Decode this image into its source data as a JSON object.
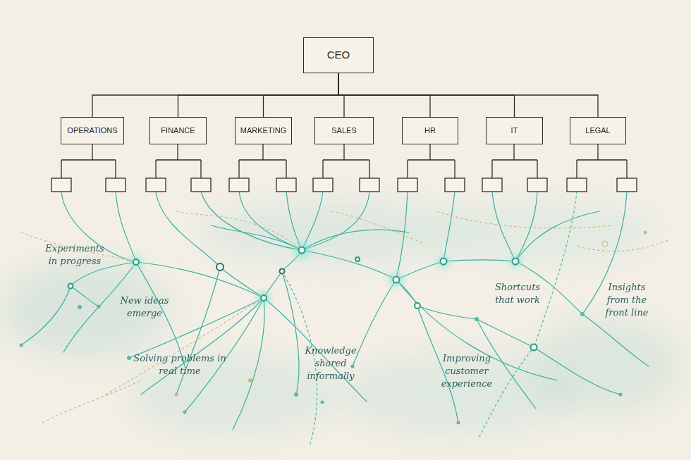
{
  "diagram": {
    "nodes": [
      {
        "text": [
          "CEO"
        ]
      },
      {
        "text": [
          "OPERATIONS"
        ]
      },
      {
        "text": [
          "FINANCE"
        ]
      },
      {
        "text": [
          "MARKETING"
        ]
      },
      {
        "text": [
          "SALES"
        ]
      },
      {
        "text": [
          "HR"
        ]
      },
      {
        "text": [
          "IT"
        ]
      },
      {
        "text": [
          "LEGAL"
        ]
      }
    ],
    "edges": [
      {
        "from": 0,
        "to": 1,
        "arrow": "none"
      },
      {
        "from": 0,
        "to": 2,
        "arrow": "none"
      },
      {
        "from": 0,
        "to": 3,
        "arrow": "none"
      },
      {
        "from": 0,
        "to": 4,
        "arrow": "none"
      },
      {
        "from": 0,
        "to": 5,
        "arrow": "none"
      },
      {
        "from": 0,
        "to": 6,
        "arrow": "none"
      },
      {
        "from": 0,
        "to": 7,
        "arrow": "none"
      }
    ],
    "labels": [
      "Experiments in progress",
      "New ideas emerge",
      "Solving problems in real time",
      "Knowledge shared informally",
      "Improving customer experience",
      "Shortcuts that work",
      "Insights from the front line"
    ]
  }
}
